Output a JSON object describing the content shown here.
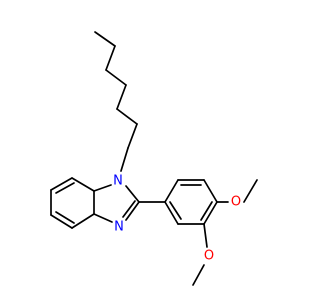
{
  "molecule": {
    "atoms": {
      "n1": {
        "label": "N",
        "color": "#0000ff"
      },
      "n3": {
        "label": "N",
        "color": "#0000ff"
      },
      "o_para": {
        "label": "O",
        "color": "#ff0000"
      },
      "o_meta": {
        "label": "O",
        "color": "#ff0000"
      }
    }
  }
}
